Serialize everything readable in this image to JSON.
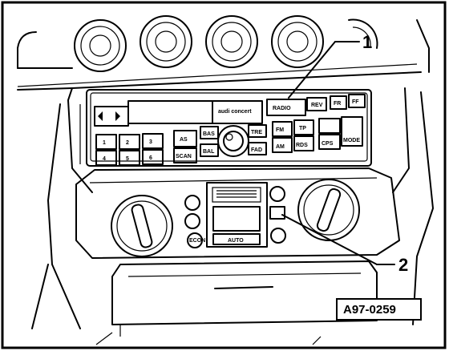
{
  "figure": {
    "reference_id": "A97-0259",
    "callouts": [
      {
        "number": "1",
        "target": "radio-display-button"
      },
      {
        "number": "2",
        "target": "climate-control-button"
      }
    ],
    "radio": {
      "brand_label": "audi concert",
      "display_text": "RADIO",
      "top_buttons": [
        "REV",
        "FR",
        "FF"
      ],
      "preset_labels": [
        "1",
        "2",
        "3",
        "4",
        "5",
        "6"
      ],
      "as_label": "AS",
      "scan_label": "SCAN",
      "left_knob_labels": [
        "BAS",
        "BAL"
      ],
      "right_knob_labels": [
        "TRE",
        "FAD"
      ],
      "fm_label": "FM",
      "am_label": "AM",
      "tp_label": "TP",
      "rds_label": "RDS",
      "cps_label": "CPS",
      "mode_label": "MODE"
    },
    "climate": {
      "auto_label": "AUTO",
      "eco_label": "ECON"
    }
  }
}
